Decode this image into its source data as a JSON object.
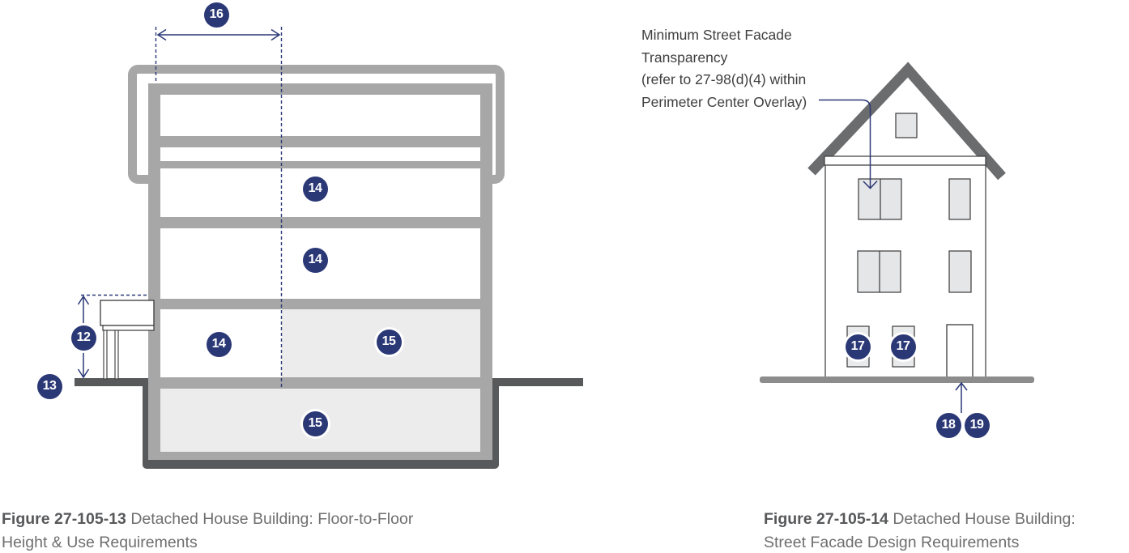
{
  "left_figure": {
    "badges": {
      "b16": "16",
      "b14_top": "14",
      "b14_mid": "14",
      "b14_ground": "14",
      "b15_ground": "15",
      "b15_basement": "15",
      "b12": "12",
      "b13": "13"
    },
    "caption": {
      "bold": "Figure 27-105-13",
      "line1_rest": " Detached House Building: Floor-to-Floor",
      "line2": "Height & Use Requirements"
    }
  },
  "right_figure": {
    "annotation": {
      "line1": "Minimum Street Facade",
      "line2": "Transparency",
      "line3": "(refer to 27-98(d)(4) within",
      "line4": "Perimeter Center Overlay)"
    },
    "badges": {
      "b17_left": "17",
      "b17_right": "17",
      "b18": "18",
      "b19": "19"
    },
    "caption": {
      "bold": "Figure 27-105-14",
      "line1_rest": " Detached House Building:",
      "line2": "Street Facade Design Requirements"
    }
  },
  "colors": {
    "badge_navy": "#2B3876",
    "building_gray": "#A7A7A7",
    "ground_dark": "#58595B",
    "ground_right_gray": "#8C8C8C",
    "roof_gray": "#6B6C6E",
    "room_fill": "#ECECEC",
    "window_fill": "#E4E6E7"
  }
}
